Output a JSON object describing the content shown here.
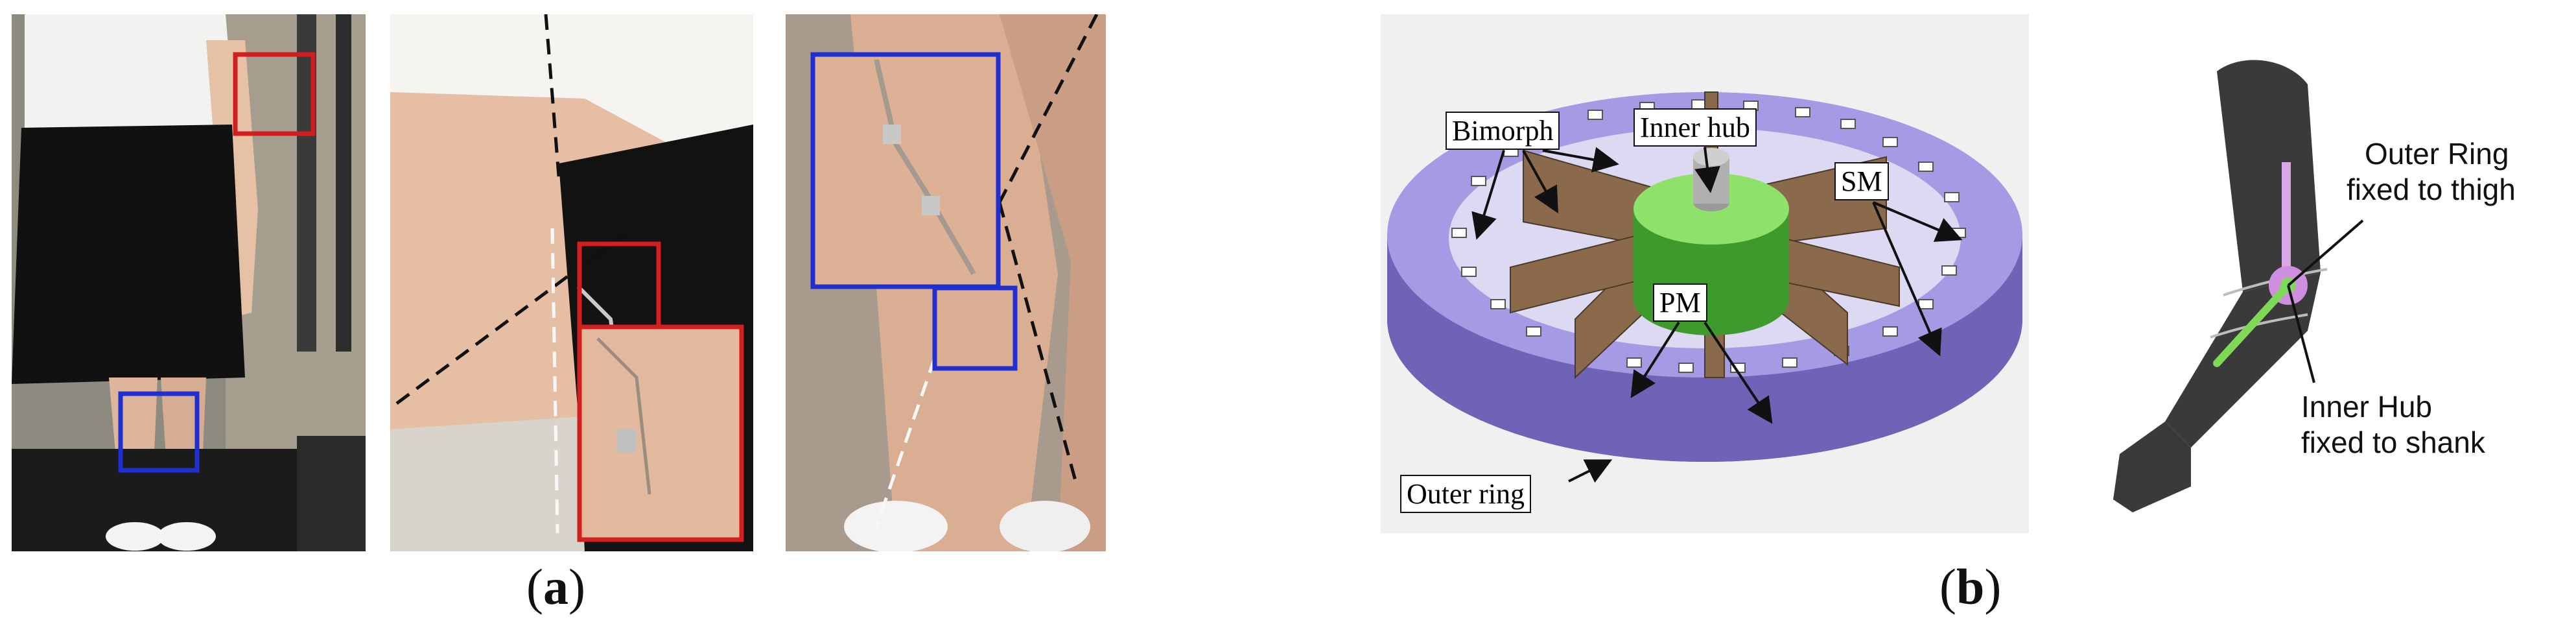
{
  "panel_a": {
    "caption": {
      "open": "(",
      "letter": "a",
      "close": ")"
    }
  },
  "panel_b": {
    "caption": {
      "open": "(",
      "letter": "b",
      "close": ")"
    },
    "harvester_labels": {
      "bimorph": "Bimorph",
      "inner_hub": "Inner hub",
      "sm": "SM",
      "pm": "PM",
      "outer_ring": "Outer ring"
    },
    "leg_labels": {
      "outer_ring_line1": "Outer Ring",
      "outer_ring_line2": "fixed to thigh",
      "inner_hub_line1": "Inner Hub",
      "inner_hub_line2": "fixed to shank"
    }
  },
  "colors": {
    "marker_red": "#d21e1e",
    "marker_blue": "#1f2fd0",
    "ring_purple": "#9387d8",
    "hub_green": "#7ed957",
    "bimorph_brown": "#8a6a4a",
    "leg_gray": "#3a3a3a"
  }
}
